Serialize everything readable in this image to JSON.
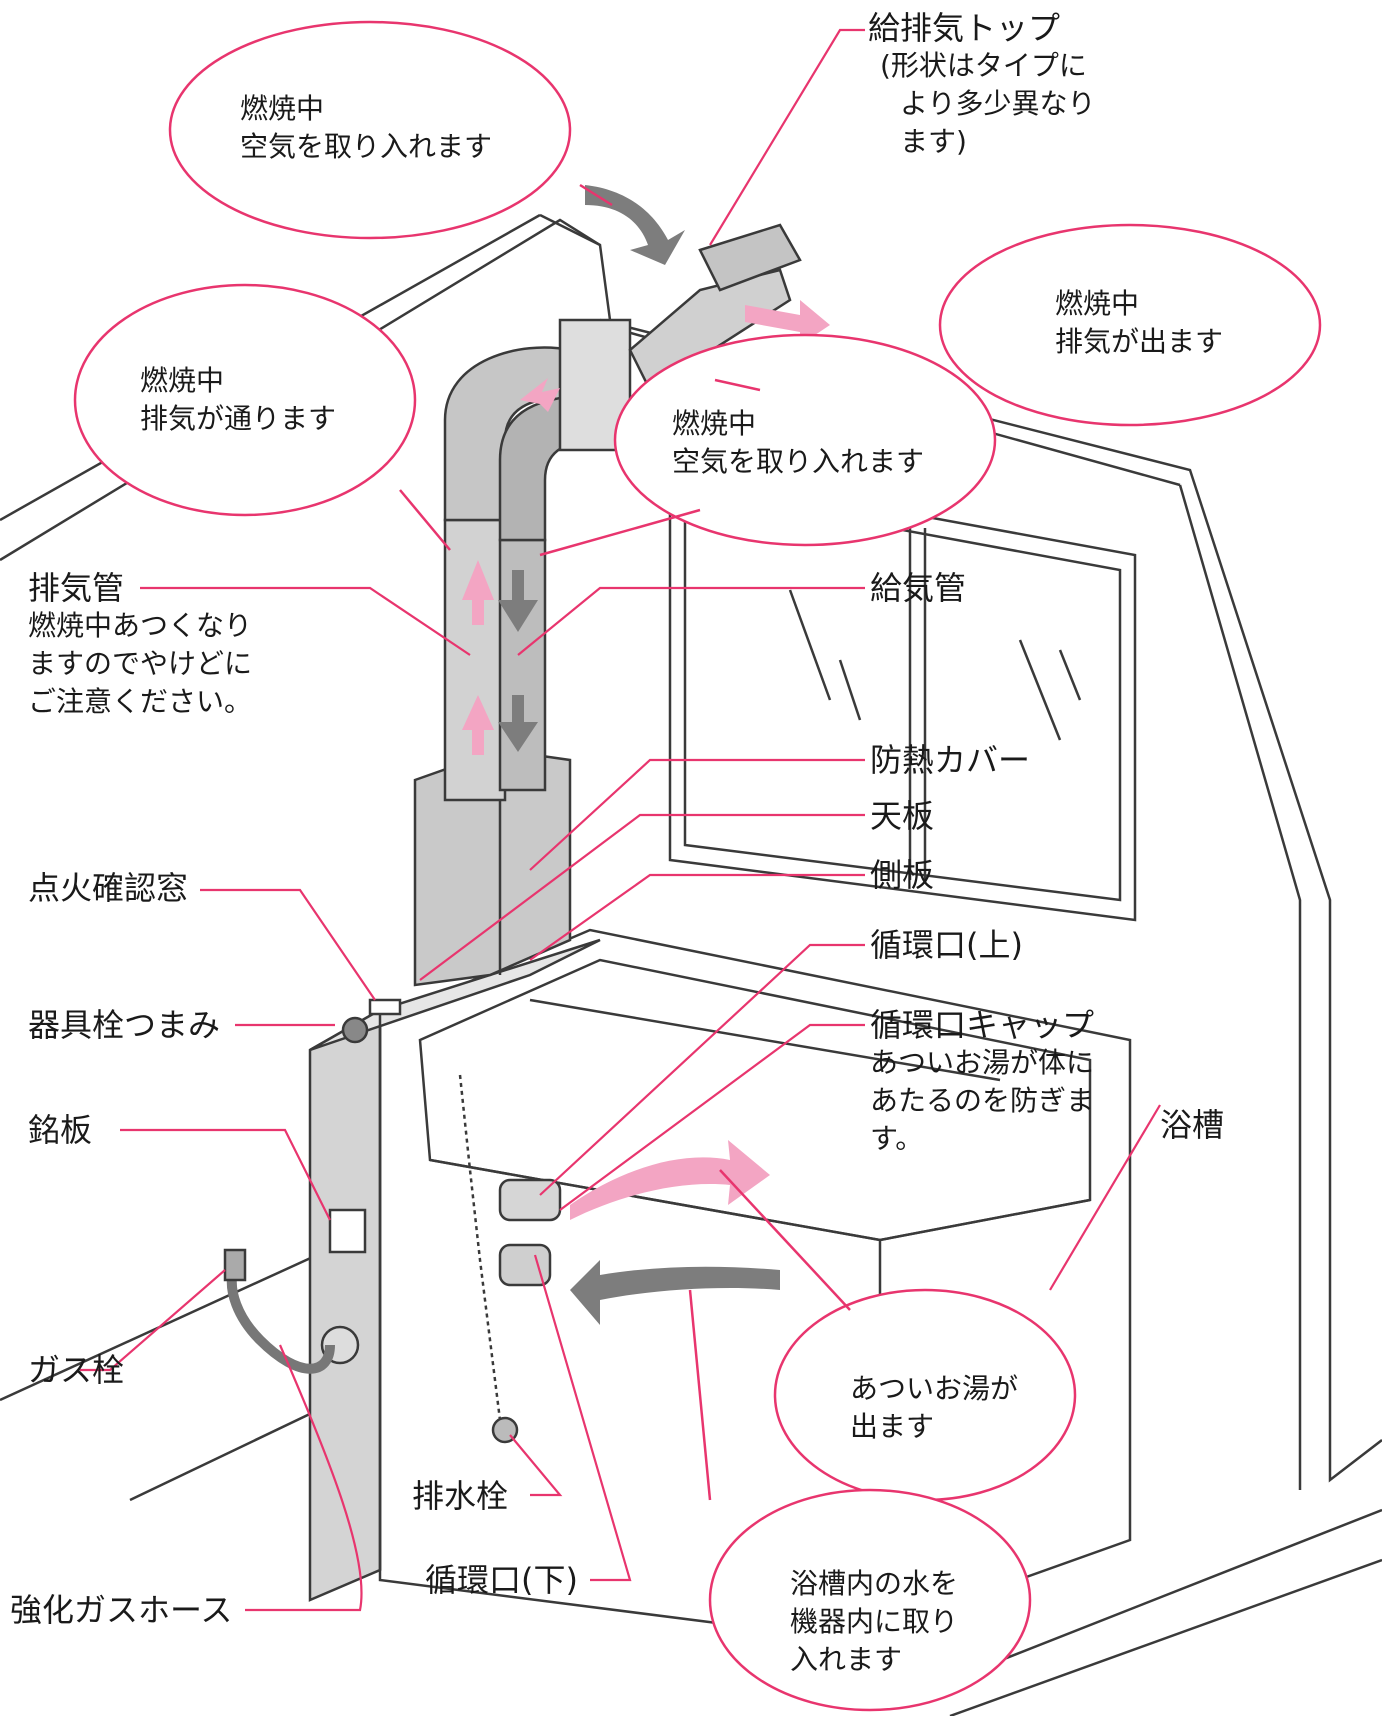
{
  "colors": {
    "leader_line": "#e8356e",
    "bubble_outline": "#e8356e",
    "arrow_pink": "#f3a5c3",
    "arrow_gray": "#7d7d7d",
    "pipe_fill": "#cfcfcf",
    "line": "#3a3a3a"
  },
  "labels": {
    "top_vent": "給排気トップ",
    "top_vent_note": [
      "(形状はタイプに",
      "より多少異なり",
      "ます)"
    ],
    "exhaust_pipe": "排気管",
    "exhaust_pipe_note": [
      "燃焼中あつくなり",
      "ますのでやけどに",
      "ご注意ください。"
    ],
    "supply_pipe": "給気管",
    "heat_cover": "防熱カバー",
    "top_panel": "天板",
    "side_panel": "側板",
    "ignition_window": "点火確認窓",
    "valve_knob": "器具栓つまみ",
    "nameplate": "銘板",
    "gas_tap": "ガス栓",
    "gas_hose": "強化ガスホース",
    "drain_plug": "排水栓",
    "circ_lower": "循環口(下)",
    "circ_upper": "循環口(上)",
    "circ_cap": "循環口キャップ",
    "circ_cap_note": [
      "あついお湯が体に",
      "あたるのを防ぎま",
      "す。"
    ],
    "bathtub": "浴槽"
  },
  "bubbles": {
    "intake_top": [
      "燃焼中",
      "空気を取り入れます"
    ],
    "exhaust_out": [
      "燃焼中",
      "排気が出ます"
    ],
    "exhaust_pass": [
      "燃焼中",
      "排気が通ります"
    ],
    "intake_mid": [
      "燃焼中",
      "空気を取り入れます"
    ],
    "hot_water": [
      "あついお湯が",
      "出ます"
    ],
    "water_in": [
      "浴槽内の水を",
      "機器内に取り",
      "入れます"
    ]
  }
}
